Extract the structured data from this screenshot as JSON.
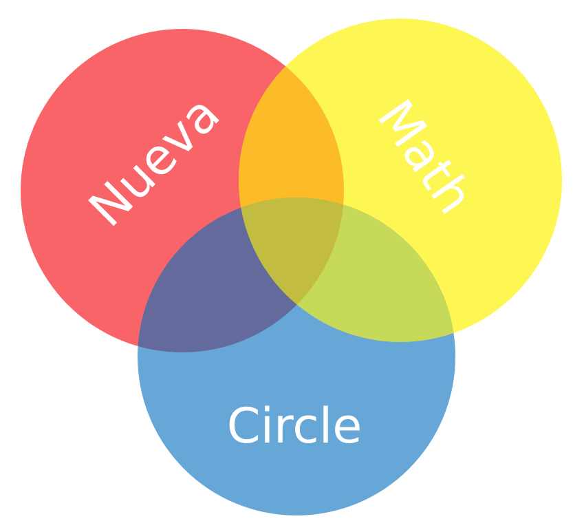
{
  "logo": {
    "circles": [
      {
        "key": "red",
        "label": "Nueva",
        "color": "#f96468"
      },
      {
        "key": "yellow",
        "label": "Math",
        "color": "#fdf653"
      },
      {
        "key": "blue",
        "label": "Circle",
        "color": "#66a7d8"
      }
    ],
    "overlaps": {
      "red_yellow": "#fcbc27",
      "red_blue": "#646a9c",
      "yellow_blue": "#c7d958",
      "center": "#c2bc40"
    },
    "text_color": "#ffffff",
    "background": "#ffffff"
  }
}
